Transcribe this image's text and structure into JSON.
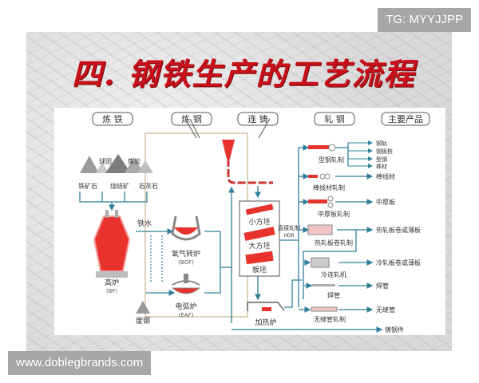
{
  "watermark_top": "TG: MYYJJPP",
  "watermark_bottom": "www.doblegbrands.com",
  "title": "四. 钢铁生产的工艺流程",
  "colors": {
    "accent_red": "#c8101a",
    "flow_line": "#2f7f9a",
    "stage_box": "#c8b48c",
    "furnace_red": "#e8332c"
  },
  "stages": [
    {
      "label": "炼 铁"
    },
    {
      "label": "炼 钢"
    },
    {
      "label": "连 铸"
    },
    {
      "label": "轧 钢"
    },
    {
      "label": "主要产品"
    }
  ],
  "ironmaking": {
    "raw_materials_top": [
      "球团",
      "焦炭"
    ],
    "raw_materials_bottom": [
      "铁矿石",
      "烧结矿",
      "石灰石"
    ],
    "blast_furnace": {
      "label": "高炉",
      "abbr": "(BF)"
    },
    "hot_metal": "铁水",
    "scrap": "废钢"
  },
  "steelmaking": {
    "bof": {
      "label": "氧气转炉",
      "abbr": "(BOF)"
    },
    "eaf": {
      "label": "电弧炉",
      "abbr": "(EAF)"
    }
  },
  "casting": {
    "billets": [
      "小方坯",
      "大方坯",
      "板坯"
    ],
    "hdr": {
      "label": "直接轧制",
      "abbr": "HDR"
    },
    "reheat_furnace": "加热炉"
  },
  "rolling": [
    {
      "mill": "型钢轧制",
      "products": [
        "钢轨",
        "钢板桩",
        "型钢",
        "棒材"
      ]
    },
    {
      "mill": "棒线材轧制",
      "products": [
        "棒线材"
      ]
    },
    {
      "mill": "中厚板轧制",
      "products": [
        "中厚板"
      ]
    },
    {
      "mill": "热轧板卷轧制",
      "products": [
        "热轧板卷或薄板"
      ]
    },
    {
      "mill": "冷连轧机",
      "products": [
        "冷轧板卷或薄板"
      ]
    },
    {
      "mill": "焊管",
      "products": [
        "焊管"
      ]
    },
    {
      "mill": "无缝管轧制",
      "products": [
        "无缝管"
      ]
    }
  ],
  "castings_product": "铸钢件"
}
